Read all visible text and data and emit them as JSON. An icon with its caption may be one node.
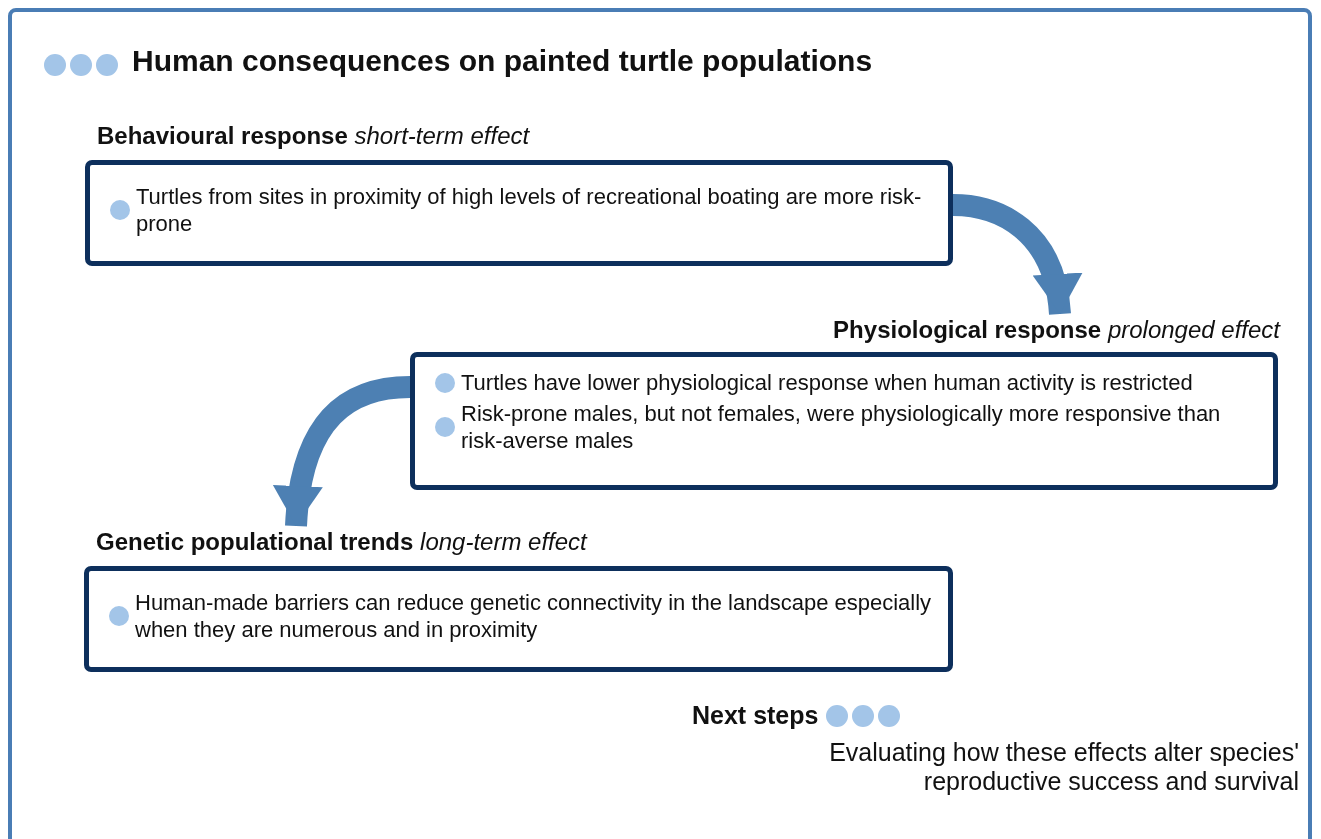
{
  "diagram": {
    "title": "Human consequences on painted turtle populations",
    "nodes": [
      {
        "text": [
          "**Behavioural response** *short-term effect*",
          "Turtles from sites in proximity of high levels of recreational boating are more risk-prone"
        ]
      },
      {
        "text": [
          "**Physiological response** *prolonged effect*",
          "Turtles have lower physiological response when human activity is restricted",
          "Risk-prone males, but not females, were physiologically more responsive than risk-averse males"
        ]
      },
      {
        "text": [
          "**Genetic populational trends** *long-term effect*",
          "Human-made barriers can reduce genetic connectivity in the landscape especially when they are numerous and in proximity"
        ]
      }
    ],
    "edges": [
      {
        "from": 0,
        "to": 1,
        "arrow": "to"
      },
      {
        "from": 1,
        "to": 2,
        "arrow": "to"
      }
    ],
    "labels": [
      "Next steps",
      "Evaluating how these effects alter species' reproductive success and survival"
    ]
  }
}
